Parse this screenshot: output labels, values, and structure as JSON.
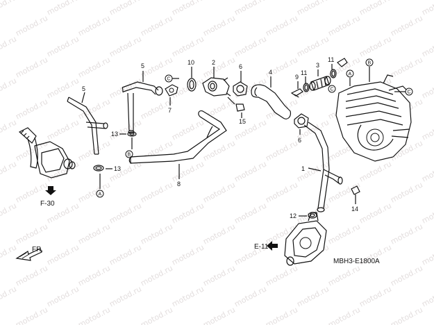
{
  "watermark": "motod.ru",
  "diagram_code": "MBH3-E1800A",
  "direction": {
    "label": "FR."
  },
  "refs": {
    "f30": "F-30",
    "e11": "E-11"
  },
  "callouts": {
    "c1": "1",
    "c2": "2",
    "c3": "3",
    "c4": "4",
    "c5a": "5",
    "c5b": "5",
    "c6a": "6",
    "c6b": "6",
    "c7": "7",
    "c8": "8",
    "c9": "9",
    "c10": "10",
    "c11a": "11",
    "c11b": "11",
    "c12": "12",
    "c13a": "13",
    "c13b": "13",
    "c14": "14",
    "c15": "15"
  },
  "markers": {
    "A": "A",
    "B": "B",
    "C": "C"
  }
}
